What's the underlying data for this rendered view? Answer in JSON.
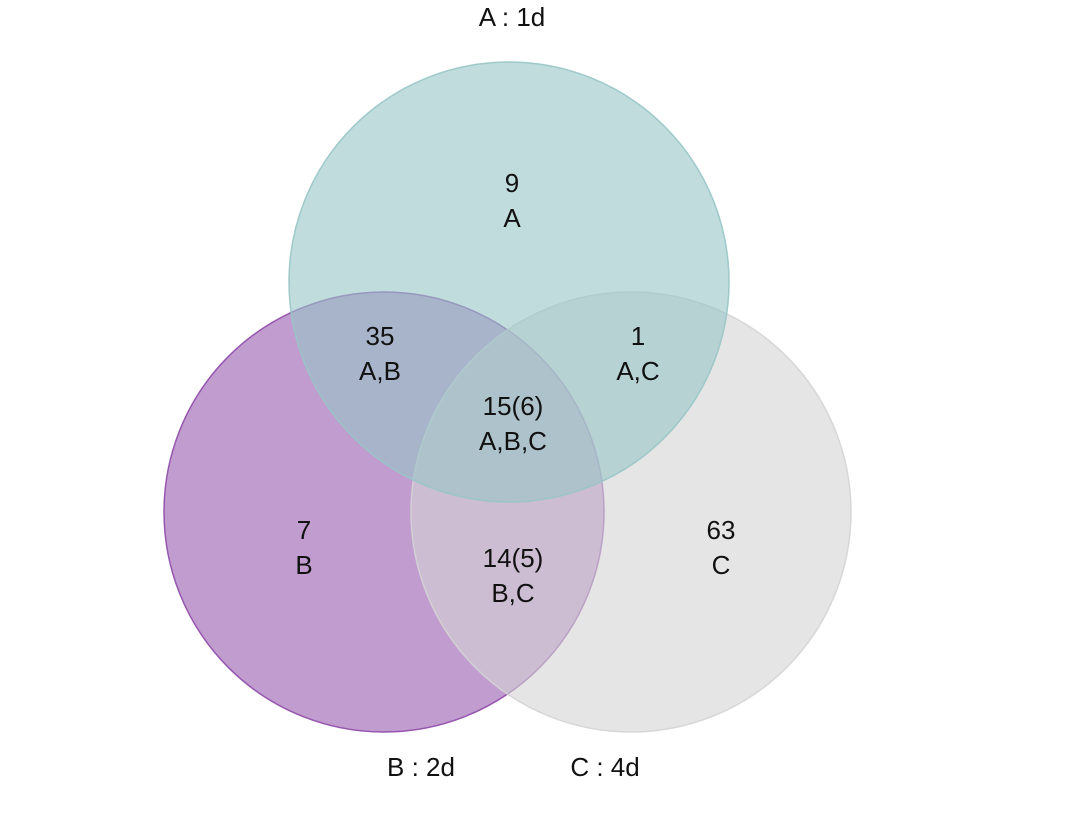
{
  "sets": [
    {
      "id": "A",
      "label": "A : 1d",
      "color": "#98c5c7"
    },
    {
      "id": "B",
      "label": "B : 2d",
      "color": "#8e4aa8"
    },
    {
      "id": "C",
      "label": "C : 4d",
      "color": "#d4d4d4"
    }
  ],
  "regions": [
    {
      "id": "a",
      "count": "9",
      "sets": "A"
    },
    {
      "id": "ab",
      "count": "35",
      "sets": "A,B"
    },
    {
      "id": "ac",
      "count": "1",
      "sets": "A,C"
    },
    {
      "id": "abc",
      "count": "15(6)",
      "sets": "A,B,C"
    },
    {
      "id": "b",
      "count": "7",
      "sets": "B"
    },
    {
      "id": "bc",
      "count": "14(5)",
      "sets": "B,C"
    },
    {
      "id": "c",
      "count": "63",
      "sets": "C"
    }
  ]
}
